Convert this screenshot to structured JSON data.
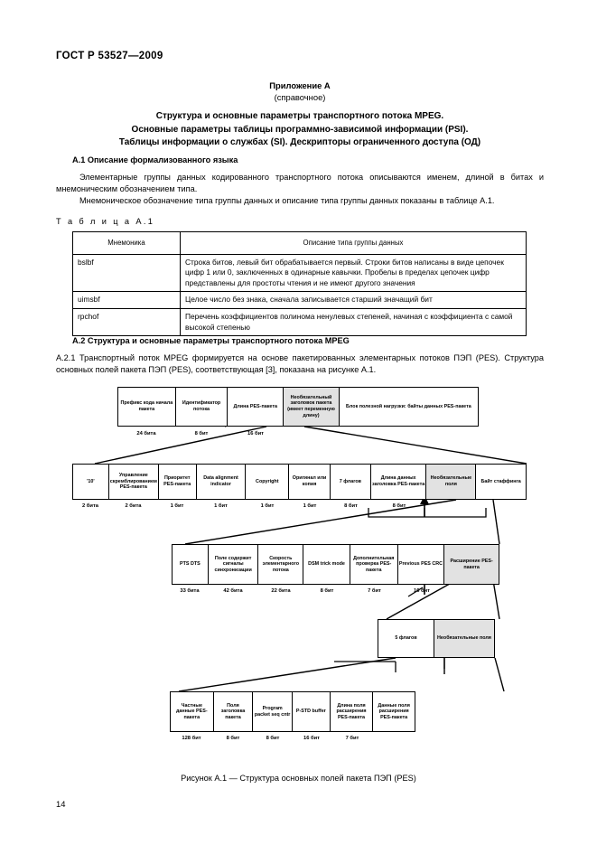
{
  "document": {
    "standard_header": "ГОСТ Р 53527—2009",
    "page_number": "14"
  },
  "annex": {
    "label": "Приложение  А",
    "kind": "(справочное)",
    "title_lines": [
      "Структура и основные параметры транспортного потока MPEG.",
      "Основные параметры таблицы программно-зависимой информации (PSI).",
      "Таблицы информации о службах (SI). Дескрипторы ограниченного доступа (ОД)"
    ]
  },
  "sections": {
    "a1": {
      "heading": "А.1 Описание формализованного языка",
      "paragraph_1": "Элементарные группы данных кодированного транспортного потока описываются  именем, длиной в битах и мнемоническим обозначением типа.",
      "paragraph_2": "Мнемоническое обозначение типа группы данных и описание типа группы данных показаны в таблице А.1."
    },
    "a2": {
      "heading": "А.2 Структура и основные параметры транспортного потока MPEG",
      "paragraph_1": "А.2.1 Транспортный поток MPEG формируется на основе пакетированных элементарных потоков ПЭП (PES). Структура основных полей пакета ПЭП (PES), соответствующая [3], показана на рисунке А.1."
    }
  },
  "table_a1": {
    "caption": "Т а б л и ц а  А.1",
    "headers": [
      "Мнемоника",
      "Описание типа группы данных"
    ],
    "rows": [
      {
        "mnemonic": "bslbf",
        "description": "Строка битов, левый бит обрабатывается первый. Строки битов написаны в виде цепочек цифр 1 или 0, заключенных в одинарные кавычки. Пробелы в пределах цепочек цифр представлены для простоты чтения и не имеют другого значения"
      },
      {
        "mnemonic": "uimsbf",
        "description": "Целое число без знака, сначала записывается старший значащий бит"
      },
      {
        "mnemonic": "rpchof",
        "description": "Перечень коэффициентов полинома ненулевых степеней, начиная с коэффициента с самой высокой степенью"
      }
    ]
  },
  "figure": {
    "caption": "Рисунок А.1 — Структура основных полей пакета ПЭП (PES)",
    "rows": [
      {
        "id": "pes-packet",
        "boxes": [
          {
            "text": "Префикс кода начала пакета",
            "shaded": false
          },
          {
            "text": "Идентификатор потока",
            "shaded": false
          },
          {
            "text": "Длина PES-пакета",
            "shaded": false
          },
          {
            "text": "Необязательный заголовок пакета (имеет переменную длину)",
            "shaded": true
          },
          {
            "text": "Блок полезной нагрузки: байты данных PES-пакета",
            "shaded": false
          }
        ],
        "bits": [
          "24 бита",
          "8 бит",
          "16 бит"
        ]
      },
      {
        "id": "optional-header",
        "boxes": [
          {
            "text": "'10'",
            "shaded": false
          },
          {
            "text": "Управление скремблированием PES-пакета",
            "shaded": false
          },
          {
            "text": "Приоритет PES-пакета",
            "shaded": false
          },
          {
            "text": "Data alignment indicator",
            "shaded": false
          },
          {
            "text": "Copyright",
            "shaded": false
          },
          {
            "text": "Оригинал или копия",
            "shaded": false
          },
          {
            "text": "7 флагов",
            "shaded": false
          },
          {
            "text": "Длина данных заголовка PES-пакета",
            "shaded": false
          },
          {
            "text": "Необязательные поля",
            "shaded": true
          },
          {
            "text": "Байт стаффинга",
            "shaded": false
          }
        ],
        "bits": [
          "2 бита",
          "2 бита",
          "1 бит",
          "1 бит",
          "1 бит",
          "1 бит",
          "8 бит",
          "8 бит"
        ]
      },
      {
        "id": "optional-fields",
        "boxes": [
          {
            "text": "PTS DTS",
            "shaded": false
          },
          {
            "text": "Поле содержит сигналы синхронизации",
            "shaded": false
          },
          {
            "text": "Скорость элементарного потока",
            "shaded": false
          },
          {
            "text": "DSM trick mode",
            "shaded": false
          },
          {
            "text": "Дополнительная проверка PES-пакета",
            "shaded": false
          },
          {
            "text": "Previous PES CRC",
            "shaded": false
          },
          {
            "text": "Расширение PES-пакета",
            "shaded": true
          }
        ],
        "bits": [
          "33 бита",
          "42 бита",
          "22 бита",
          "8 бит",
          "7 бит",
          "16 бит"
        ]
      },
      {
        "id": "pes-extension",
        "boxes": [
          {
            "text": "5 флагов",
            "shaded": false
          },
          {
            "text": "Необязательные поля",
            "shaded": true
          }
        ],
        "bits": []
      },
      {
        "id": "extension-fields",
        "boxes": [
          {
            "text": "Частные данные PES-пакета",
            "shaded": false
          },
          {
            "text": "Поля заголовка пакета",
            "shaded": false
          },
          {
            "text": "Program packet seq cntr",
            "shaded": false
          },
          {
            "text": "P-STD buffer",
            "shaded": false
          },
          {
            "text": "Длина поля расширения PES-пакета",
            "shaded": false
          },
          {
            "text": "Данные поля расширения PES-пакета",
            "shaded": false
          }
        ],
        "bits": [
          "128 бит",
          "8 бит",
          "8 бит",
          "16 бит",
          "7 бит"
        ]
      }
    ]
  }
}
